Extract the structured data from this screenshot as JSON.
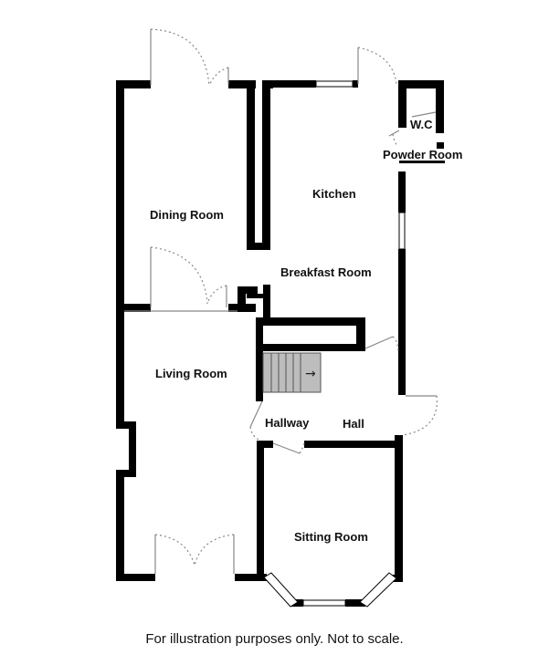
{
  "floorplan": {
    "rooms": {
      "dining_room": "Dining Room",
      "kitchen": "Kitchen",
      "breakfast_room": "Breakfast Room",
      "wc": "W.C",
      "powder_room": "Powder Room",
      "living_room": "Living Room",
      "hallway": "Hallway",
      "hall": "Hall",
      "sitting_room": "Sitting Room"
    },
    "stairs_arrow": "→",
    "colors": {
      "wall": "#000000",
      "stairs": "#bdbdbd",
      "door_swing": "#888888"
    }
  },
  "caption": "For illustration purposes only. Not to scale."
}
